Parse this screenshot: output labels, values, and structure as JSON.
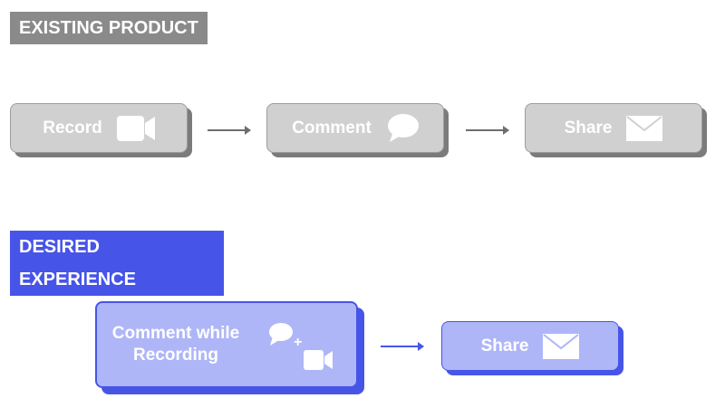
{
  "existing": {
    "heading": "EXISTING PRODUCT",
    "steps": [
      {
        "label": "Record",
        "icon": "video-camera-icon"
      },
      {
        "label": "Comment",
        "icon": "speech-bubble-icon"
      },
      {
        "label": "Share",
        "icon": "envelope-icon"
      }
    ]
  },
  "desired": {
    "heading": "DESIRED EXPERIENCE",
    "steps": [
      {
        "label_line1": "Comment while",
        "label_line2": "Recording",
        "icon": "comment-plus-video-icon",
        "plus": "+"
      },
      {
        "label": "Share",
        "icon": "envelope-icon"
      }
    ]
  },
  "colors": {
    "gray_label": "#8a8a8a",
    "gray_box": "#d0d0d0",
    "blue_label": "#4754e8",
    "blue_box": "#aeb6f7"
  }
}
